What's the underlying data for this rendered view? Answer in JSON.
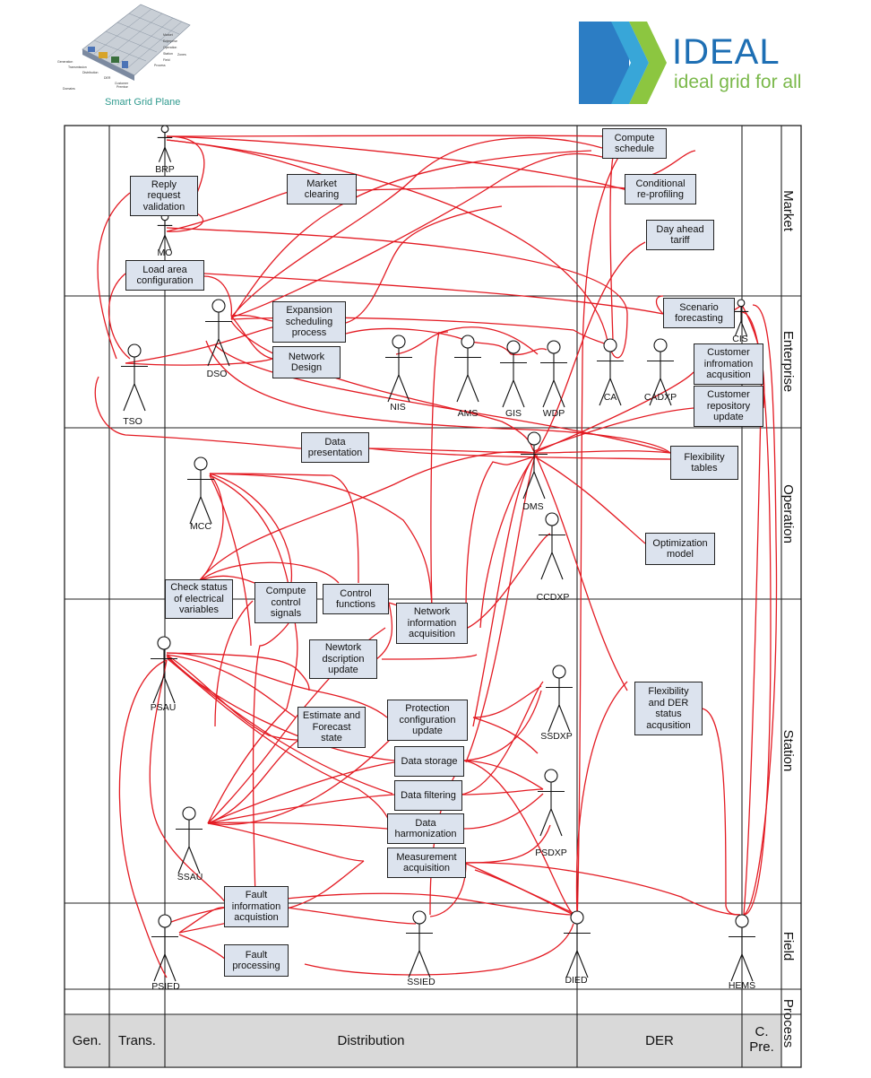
{
  "header": {
    "left_logo_caption": "Smart Grid Plane",
    "right_logo_brand": "IDEAL",
    "right_logo_tagline": "ideal grid for all",
    "sgam_mini_labels": [
      "Market",
      "Enterprise",
      "Operation",
      "Station",
      "Field",
      "Process",
      "Generation",
      "Transmission",
      "Distribution",
      "DER",
      "Customer Premise",
      "Domains",
      "Zones"
    ]
  },
  "zones": [
    "Market",
    "Enterprise",
    "Operation",
    "Station",
    "Field",
    "Process"
  ],
  "domains": [
    "Gen.",
    "Trans.",
    "Distribution",
    "DER",
    "C.\nPre."
  ],
  "actors": {
    "brp": "BRP",
    "mo": "MO",
    "dso": "DSO",
    "tso": "TSO",
    "nis": "NIS",
    "ams": "AMS",
    "gis": "GIS",
    "wdp": "WDP",
    "ca": "CA",
    "cadxp": "CADXP",
    "cis": "CIS",
    "mcc": "MCC",
    "dms": "DMS",
    "ccdxp": "CCDXP",
    "psau": "PSAU",
    "ssdxp": "SSDXP",
    "ssau": "SSAU",
    "psdxp": "PSDXP",
    "psied": "PSIED",
    "ssied": "SSIED",
    "died": "DIED",
    "hems": "HEMS"
  },
  "functions": {
    "compute_schedule": "Compute\nschedule",
    "reply_request_validation": "Reply\nrequest\nvalidation",
    "market_clearing": "Market\nclearing",
    "conditional_reprofiling": "Conditional\nre-profiling",
    "day_ahead_tariff": "Day ahead\ntariff",
    "load_area_configuration": "Load area\nconfiguration",
    "expansion_scheduling_process": "Expansion\nscheduling\nprocess",
    "scenario_forecasting": "Scenario\nforecasting",
    "network_design": "Network\nDesign",
    "customer_information_acqusition": "Customer\ninfromation\nacqusition",
    "customer_repository_update": "Customer\nrepository\nupdate",
    "data_presentation": "Data\npresentation",
    "flexibility_tables": "Flexibility\ntables",
    "optimization_model": "Optimization\nmodel",
    "check_status": "Check status\nof electrical\nvariables",
    "compute_control_signals": "Compute\ncontrol\nsignals",
    "control_functions": "Control\nfunctions",
    "network_information_acquisition": "Network\ninformation\nacquisition",
    "network_description_update": "Newtork\ndscription\nupdate",
    "flexibility_der_status": "Flexibility\nand DER\nstatus\nacqusition",
    "estimate_forecast_state": "Estimate and\nForecast\nstate",
    "protection_configuration_update": "Protection\nconfiguration\nupdate",
    "data_storage": "Data storage",
    "data_filtering": "Data filtering",
    "data_harmonization": "Data\nharmonization",
    "measurement_acquisition": "Measurement\nacquisition",
    "fault_information_acquisition": "Fault\ninformation\nacquistion",
    "fault_processing": "Fault\nprocessing"
  },
  "colors": {
    "connection": "#e31b23",
    "box_fill": "#dce3ee",
    "grid": "#222222",
    "domain_bar": "#d9d9d9",
    "logo_teal": "#2f9a8e",
    "logo_blue": "#1e6fb4",
    "logo_green": "#7ab84a"
  }
}
